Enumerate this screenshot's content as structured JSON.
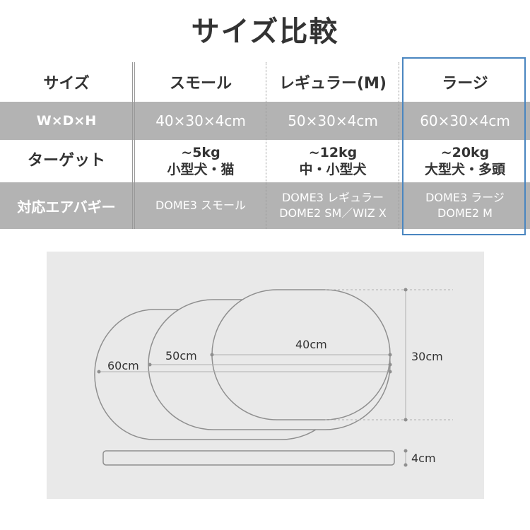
{
  "title": "サイズ比較",
  "table": {
    "header": [
      "サイズ",
      "スモール",
      "レギュラー(M)",
      "ラージ"
    ],
    "dimensions": {
      "label": "W×D×H",
      "values": [
        "40×30×4cm",
        "50×30×4cm",
        "60×30×4cm"
      ]
    },
    "target": {
      "label": "ターゲット",
      "weights": [
        "~5kg",
        "~12kg",
        "~20kg"
      ],
      "animals": [
        "小型犬・猫",
        "中・小型犬",
        "大型犬・多頭"
      ]
    },
    "airbuggy": {
      "label": "対応エアバギー",
      "small": [
        "DOME3 スモール"
      ],
      "regular": [
        "DOME3 レギュラー",
        "DOME2 SM／WIZ X"
      ],
      "large": [
        "DOME3 ラージ",
        "DOME2 M"
      ]
    }
  },
  "diagram": {
    "labels": {
      "w60": "60cm",
      "w50": "50cm",
      "w40": "40cm",
      "depth": "30cm",
      "height": "4cm"
    }
  },
  "colors": {
    "gray_row": "#b3b3b3",
    "highlight": "#4a86c0",
    "diagram_bg": "#e9e9e9"
  }
}
